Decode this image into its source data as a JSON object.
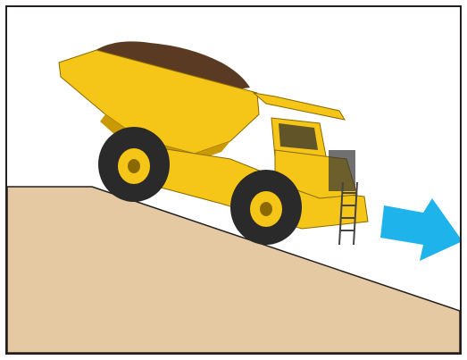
{
  "scene": {
    "subject": "haul-truck",
    "motion": "downhill",
    "arrow_direction": "right",
    "colors": {
      "frame": "#231f20",
      "ground": "#e4c9a2",
      "ground_edge": "#231f20",
      "truck_body": "#f5c518",
      "truck_shadow": "#c99a06",
      "load": "#5a3a22",
      "tire": "#2a2a2a",
      "arrow": "#1eb3ea"
    }
  }
}
